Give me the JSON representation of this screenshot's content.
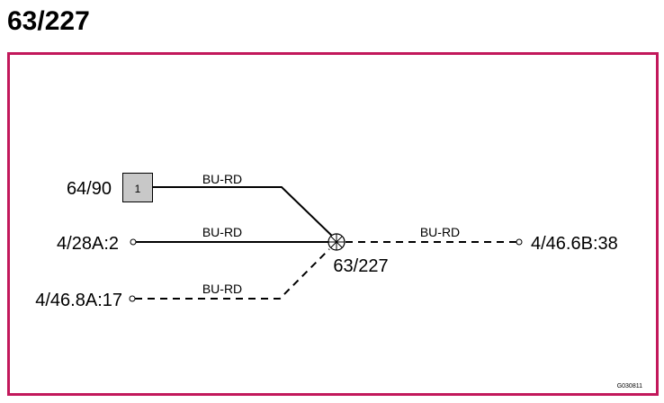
{
  "title": "63/227",
  "colors": {
    "frame": "#c2185b",
    "wire": "#000000",
    "component_fill": "#c8c8c8"
  },
  "component": {
    "ref": "64/90",
    "pin": "1"
  },
  "connectors": {
    "left_middle": "4/28A:2",
    "left_bottom": "4/46.8A:17",
    "right": "4/46.6B:38"
  },
  "splice": {
    "label": "63/227",
    "icon": "splice-crosshair-icon"
  },
  "wires": {
    "top": "BU-RD",
    "middle": "BU-RD",
    "bottom": "BU-RD",
    "right": "BU-RD"
  },
  "image_code": "G030811"
}
